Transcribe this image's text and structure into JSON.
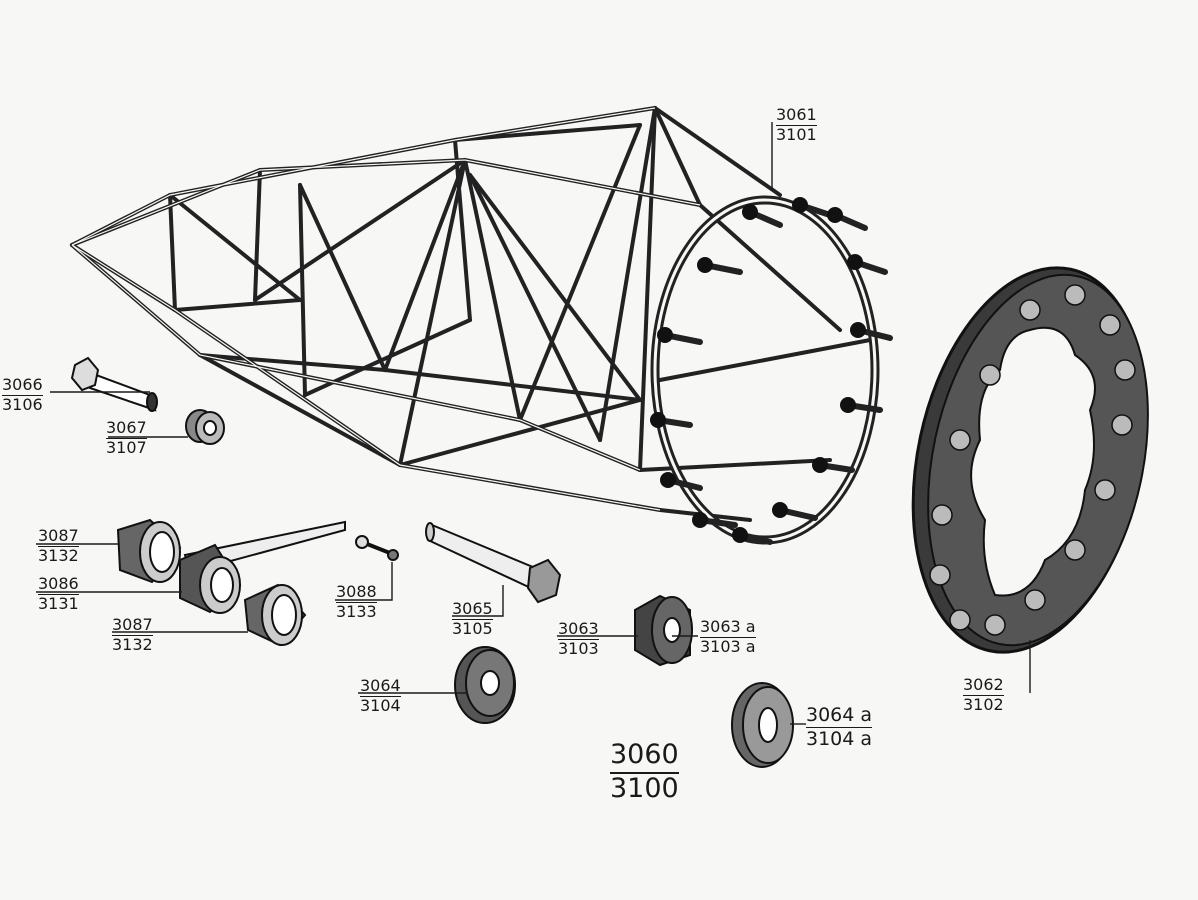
{
  "callouts": [
    {
      "id": "frame-ring",
      "top": "3061",
      "bottom": "3101"
    },
    {
      "id": "bolt",
      "top": "3066",
      "bottom": "3106"
    },
    {
      "id": "nut",
      "top": "3067",
      "bottom": "3107"
    },
    {
      "id": "sleeve-a",
      "top": "3087",
      "bottom": "3132"
    },
    {
      "id": "sleeve-pin",
      "top": "3086",
      "bottom": "3131"
    },
    {
      "id": "sleeve-b",
      "top": "3087",
      "bottom": "3132"
    },
    {
      "id": "small-bolt",
      "top": "3088",
      "bottom": "3133"
    },
    {
      "id": "long-bolt",
      "top": "3065",
      "bottom": "3105"
    },
    {
      "id": "bushing",
      "top": "3063",
      "bottom": "3103"
    },
    {
      "id": "bushing-alt",
      "top": "3063 a",
      "bottom": "3103 a"
    },
    {
      "id": "washer",
      "top": "3064",
      "bottom": "3104"
    },
    {
      "id": "washer-alt",
      "top": "3064 a",
      "bottom": "3104 a"
    },
    {
      "id": "flange-ring",
      "top": "3062",
      "bottom": "3102"
    }
  ],
  "assembly": {
    "top": "3060",
    "bottom": "3100"
  }
}
